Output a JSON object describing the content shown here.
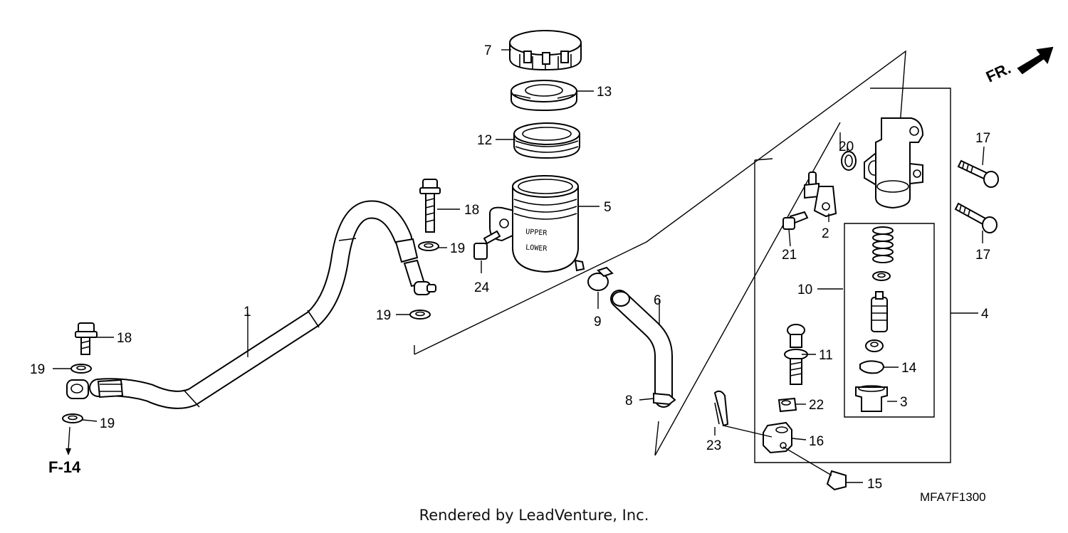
{
  "callouts": {
    "p1": "1",
    "p2": "2",
    "p3": "3",
    "p4": "4",
    "p5": "5",
    "p6": "6",
    "p7": "7",
    "p8": "8",
    "p9": "9",
    "p10": "10",
    "p11": "11",
    "p12": "12",
    "p13": "13",
    "p14": "14",
    "p15": "15",
    "p16": "16",
    "p17a": "17",
    "p17b": "17",
    "p18a": "18",
    "p18b": "18",
    "p19a": "19",
    "p19b": "19",
    "p19c": "19",
    "p19d": "19",
    "p20": "20",
    "p21": "21",
    "p22": "22",
    "p23": "23",
    "p24": "24"
  },
  "reservoir": {
    "upper_mark": "UPPER",
    "lower_mark": "LOWER"
  },
  "direction": {
    "label": "FR."
  },
  "reference": {
    "label": "F-14"
  },
  "diagram_code": "MFA7F1300",
  "credit": "Rendered by LeadVenture, Inc."
}
